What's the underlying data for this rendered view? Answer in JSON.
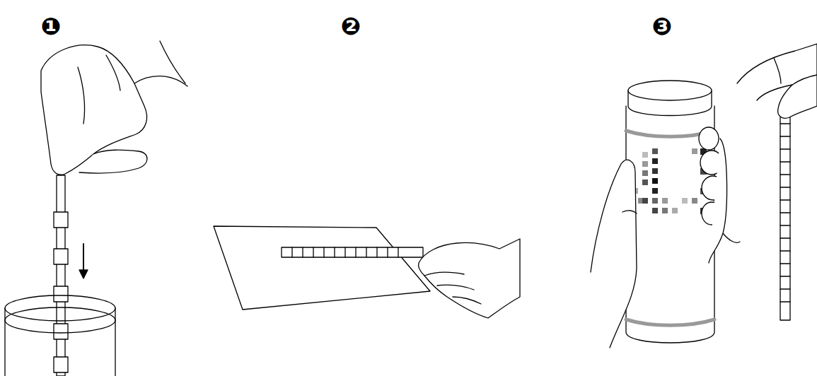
{
  "diagram": {
    "labels": [
      "❶",
      "❷",
      "❸"
    ]
  }
}
